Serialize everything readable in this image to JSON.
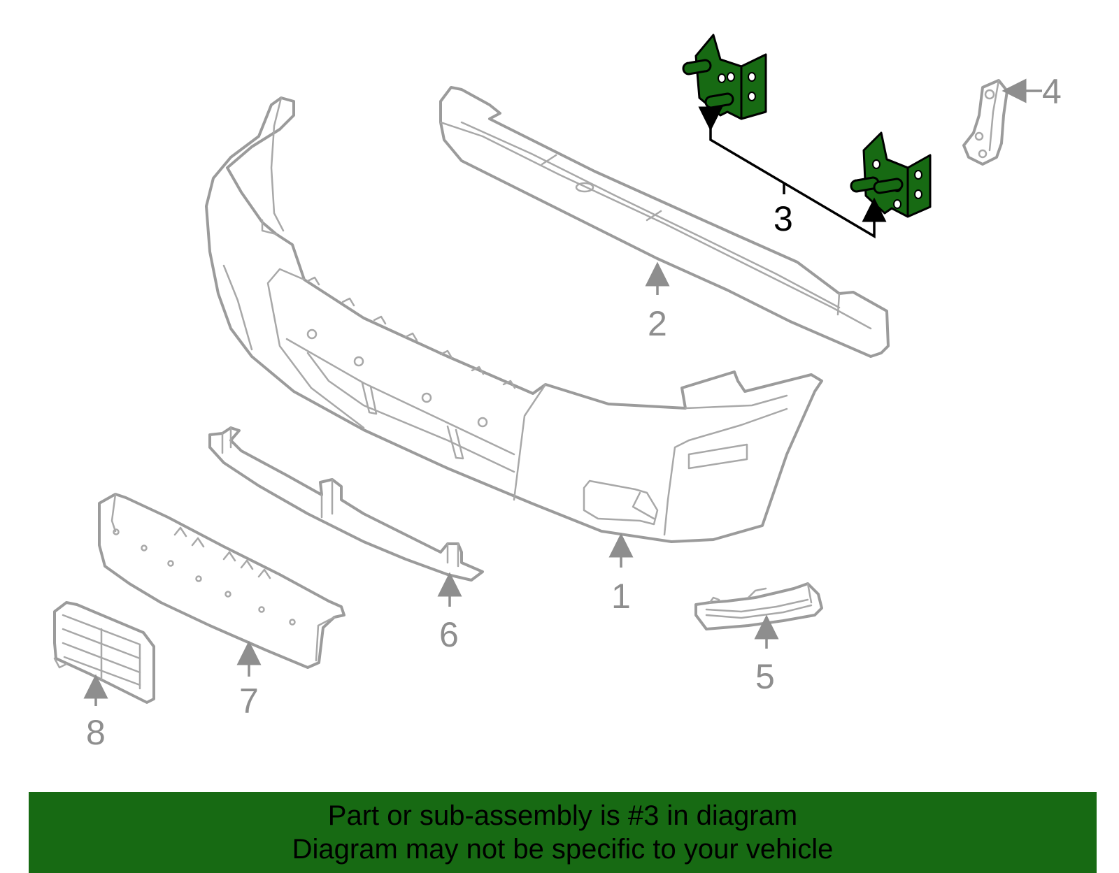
{
  "colors": {
    "highlight": "#176a13",
    "part_stroke": "#9b9b9b",
    "callout_gray": "#8e8e8e",
    "callout_highlight": "#000000"
  },
  "diagram": {
    "highlighted_part": "3",
    "callouts": [
      {
        "id": "1",
        "label": "1"
      },
      {
        "id": "2",
        "label": "2"
      },
      {
        "id": "3",
        "label": "3"
      },
      {
        "id": "4",
        "label": "4"
      },
      {
        "id": "5",
        "label": "5"
      },
      {
        "id": "6",
        "label": "6"
      },
      {
        "id": "7",
        "label": "7"
      },
      {
        "id": "8",
        "label": "8"
      }
    ]
  },
  "banner": {
    "line1": "Part or sub-assembly is #3 in diagram",
    "line2": "Diagram may not be specific to your vehicle"
  }
}
